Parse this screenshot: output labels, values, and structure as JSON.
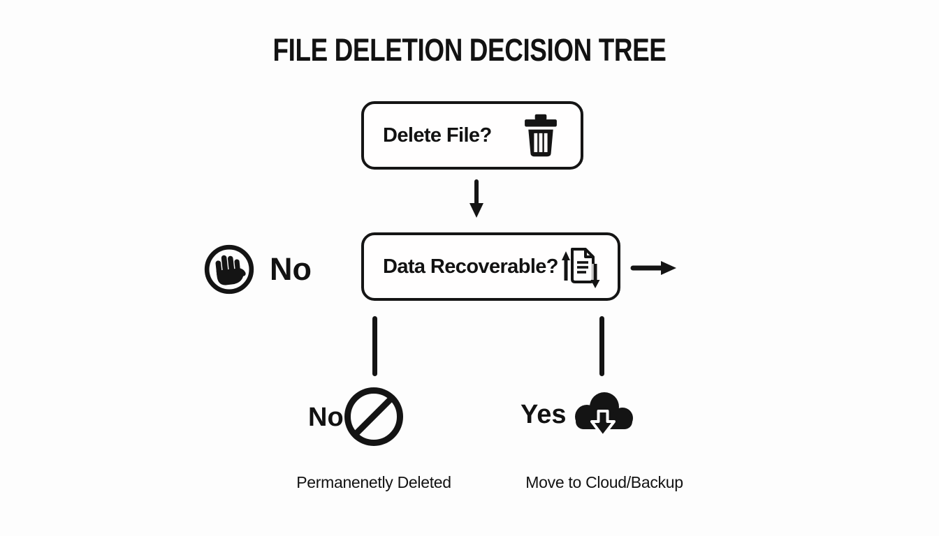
{
  "title": "FILE DELETION DECISION TREE",
  "colors": {
    "ink": "#141414",
    "background": "#fdfdfd"
  },
  "nodes": {
    "delete_file": {
      "label": "Delete File?",
      "icon": "trash-icon"
    },
    "data_recoverable": {
      "label": "Data Recoverable?",
      "icon": "document-recovery-icon"
    }
  },
  "branches": {
    "left_no": {
      "label": "No",
      "icon": "stop-hand-icon"
    },
    "bottom_no": {
      "label": "No",
      "icon": "prohibition-icon",
      "outcome": "Permanenetly Deleted"
    },
    "bottom_yes": {
      "label": "Yes",
      "icon": "cloud-download-icon",
      "outcome": "Move to Cloud/Backup"
    }
  }
}
